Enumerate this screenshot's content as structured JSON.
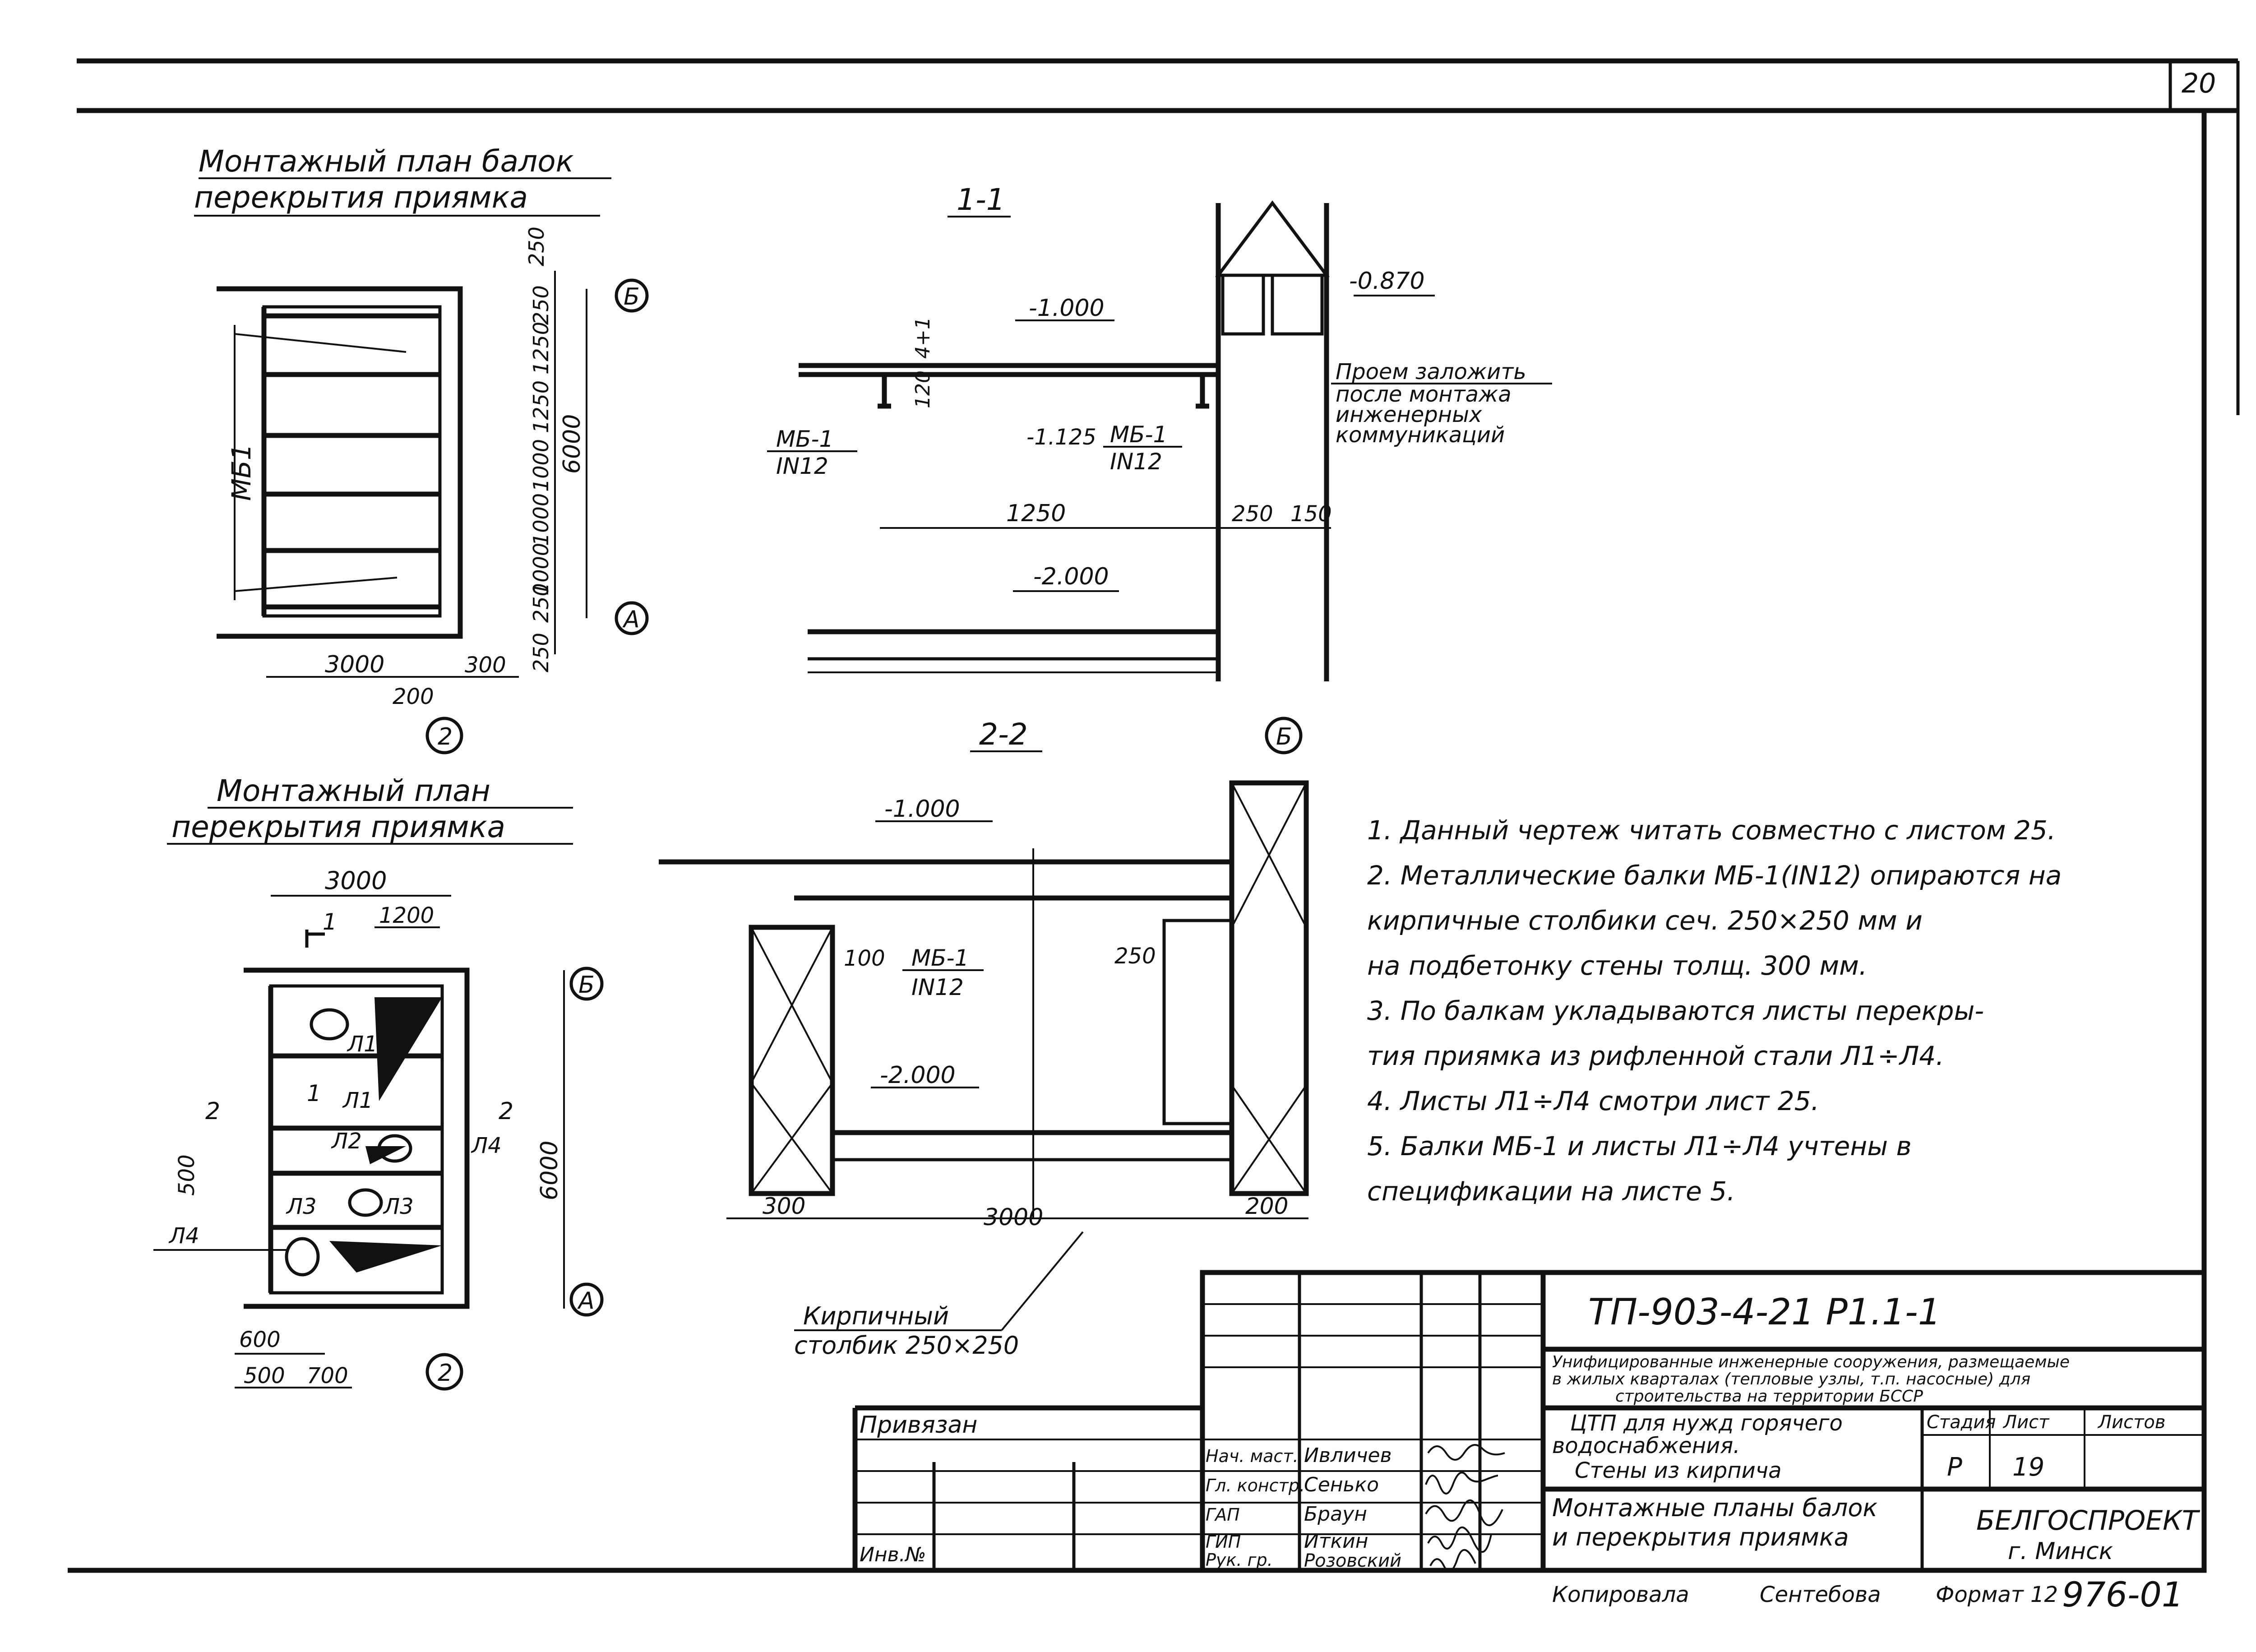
{
  "page_number": "20",
  "plan1": {
    "title_line1": "Монтажный план балок",
    "title_line2": "перекрытия приямка",
    "beam_label": "МБ1",
    "dims_vertical": [
      "250",
      "250",
      "1250",
      "1250",
      "1000",
      "1000",
      "1000",
      "250",
      "250"
    ],
    "dim_total": "6000",
    "dim_3000": "3000",
    "dim_200": "200",
    "dim_300": "300",
    "axis_b": "Б",
    "axis_a": "А",
    "axis_2": "2"
  },
  "section11": {
    "label": "1-1",
    "elev_top": "-1.000",
    "elev_beam": "-1.125",
    "elev_bottom": "-2.000",
    "elev_wall": "-0.870",
    "dim_4": "4+1",
    "dim_120": "120",
    "beam_left_top": "МБ-1",
    "beam_left_bot": "IN12",
    "beam_right_top": "МБ-1",
    "beam_right_bot": "IN12",
    "dim_1250": "1250",
    "dim_250": "250",
    "dim_150": "150",
    "opening_note_1": "Проем заложить",
    "opening_note_2": "после монтажа",
    "opening_note_3": "инженерных",
    "opening_note_4": "коммуникаций",
    "axis_b": "Б"
  },
  "section22": {
    "label": "2-2",
    "elev_top": "-1.000",
    "elev_bottom": "-2.000",
    "dim_100": "100",
    "beam_top": "МБ-1",
    "beam_bot": "IN12",
    "dim_250": "250",
    "dim_300": "300",
    "dim_3000": "3000",
    "dim_200": "200",
    "column_label_1": "Кирпичный",
    "column_label_2": "столбик 250×250"
  },
  "plan2": {
    "title_line1": "Монтажный план",
    "title_line2": "перекрытия приямка",
    "dim_3000": "3000",
    "dim_1200": "1200",
    "cut_1a": "1",
    "cut_1b": "1",
    "cut_2a": "2",
    "cut_2b": "2",
    "sheet_l1a": "Л1",
    "sheet_l1b": "Л1",
    "sheet_l2": "Л2",
    "sheet_l3a": "Л3",
    "sheet_l3b": "Л3",
    "sheet_l4a": "Л4",
    "sheet_l4b": "Л4",
    "dim_500": "500",
    "dim_6000": "6000",
    "dim_600": "600",
    "dim_500b": "500",
    "dim_700": "700",
    "axis_b": "Б",
    "axis_a": "А",
    "axis_2": "2"
  },
  "notes": [
    "1. Данный чертеж читать совместно с листом 25.",
    "2. Металлические балки МБ-1(IN12) опираются на",
    "   кирпичные столбики сеч. 250×250 мм и",
    "   на подбетонку стены толщ. 300 мм.",
    "3. По балкам укладываются листы перекры-",
    "   тия приямка из рифленной стали Л1÷Л4.",
    "4. Листы Л1÷Л4 смотри лист 25.",
    "5. Балки МБ-1 и листы Л1÷Л4 учтены в",
    "   спецификации на листе 5."
  ],
  "title_block": {
    "code": "ТП-903-4-21   Р1.1-1",
    "descr_1": "Унифицированные инженерные сооружения, размещаемые",
    "descr_2": "в жилых кварталах (тепловые узлы, т.п. насосные) для",
    "descr_3": "строительства на территории БССР",
    "project_1": "ЦТП для нужд горячего",
    "project_2": "водоснабжения.",
    "project_3": "Стены из кирпича",
    "sheet_title_1": "Монтажные планы балок",
    "sheet_title_2": "и перекрытия приямка",
    "col_stage": "Стадия",
    "col_sheet": "Лист",
    "col_sheets": "Листов",
    "stage": "Р",
    "sheet": "19",
    "org_1": "БЕЛГОСПРОЕКТ",
    "org_2": "г. Минск",
    "privyazan": "Привязан",
    "inv": "Инв.№",
    "roles": [
      "Нач. маст.",
      "Гл. констр.",
      "ГАП",
      "ГИП",
      "Рук. гр."
    ],
    "names": [
      "Ивличев",
      "Сенько",
      "Браун",
      "Иткин",
      "Розовский"
    ],
    "copied": "Копировала",
    "copier": "Сентебова",
    "format": "Формат 12",
    "archive": "976-01"
  }
}
